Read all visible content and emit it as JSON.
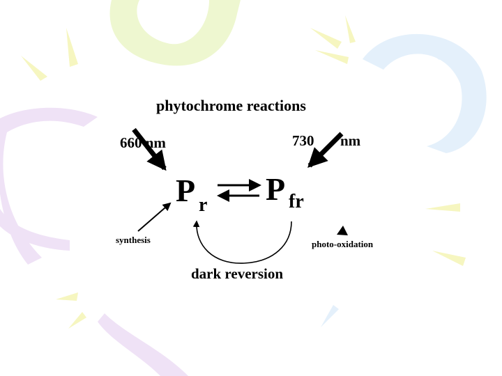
{
  "title": "phytochrome reactions",
  "wavelength_left": "660 nm",
  "wavelength_right_value": "730",
  "wavelength_right_unit": "nm",
  "pr": {
    "main": "P",
    "sub": "r"
  },
  "pfr": {
    "main": "P",
    "sub": "fr"
  },
  "synthesis_label": "synthesis",
  "photo_oxidation_label": "photo-oxidation",
  "dark_reversion_label": "dark reversion",
  "colors": {
    "background": "#ffffff",
    "ink": "#000000",
    "swirl_yellow": "#f6f6c0",
    "swirl_green": "#eef7d0",
    "swirl_blue": "#e4f0fb",
    "swirl_purple": "#efe2f6"
  }
}
